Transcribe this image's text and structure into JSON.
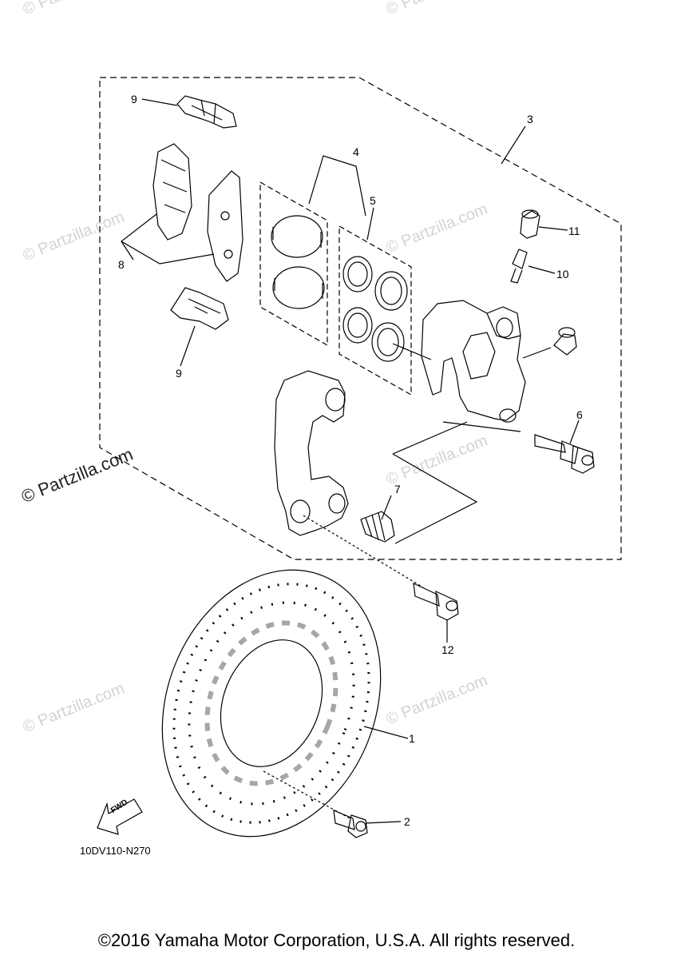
{
  "watermark_text": "© Partzilla.com",
  "side_watermark": "© Partzilla.com",
  "callouts": [
    "1",
    "2",
    "3",
    "4",
    "5",
    "6",
    "7",
    "8",
    "9",
    "9",
    "10",
    "11",
    "12"
  ],
  "fwd_label": "FWD",
  "diagram_code": "10DV110-N270",
  "copyright": "©2016 Yamaha Motor Corporation, U.S.A. All rights reserved."
}
